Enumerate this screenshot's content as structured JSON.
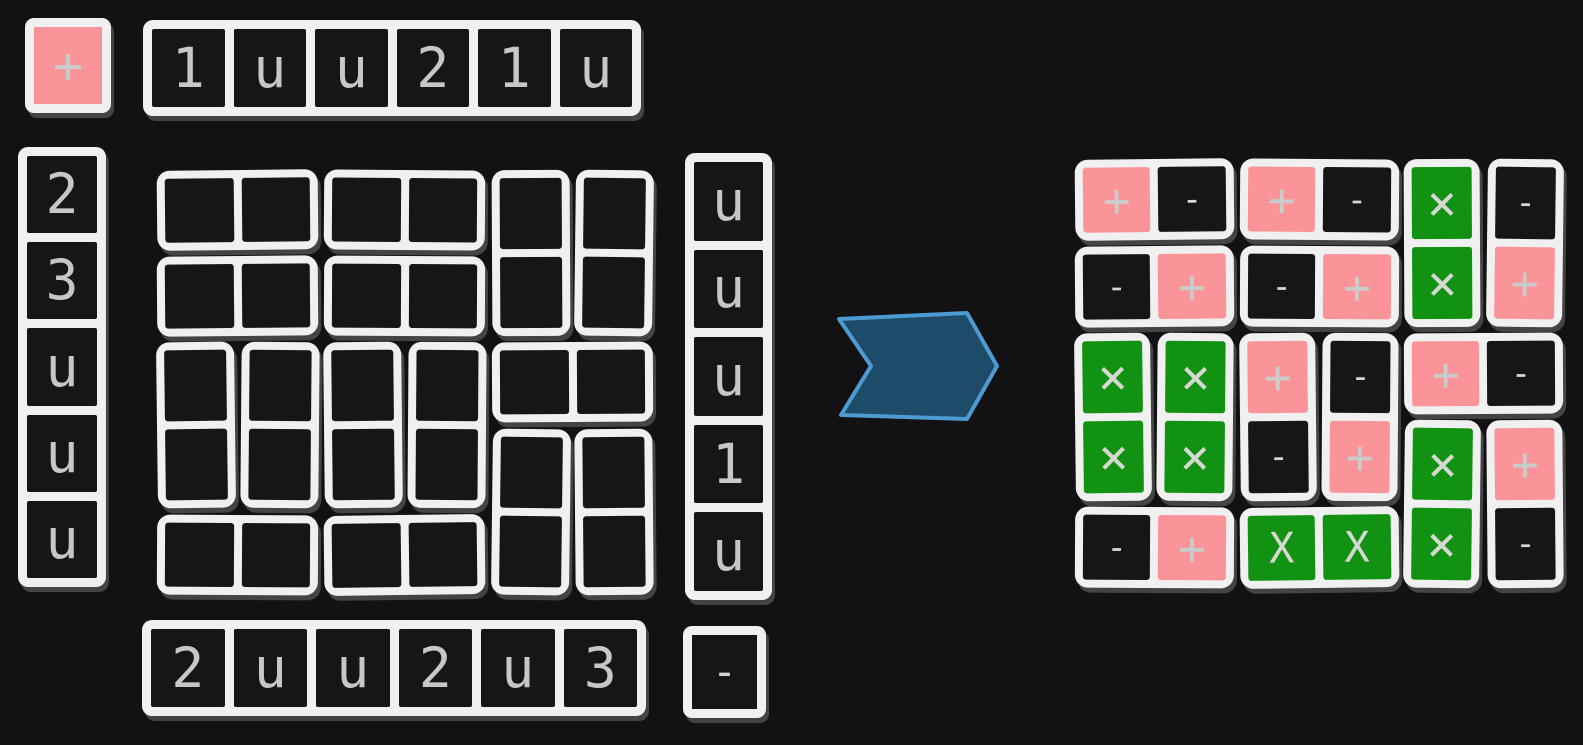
{
  "colors": {
    "background": "#121214",
    "frame_white": "#f0f0f0",
    "cell_black": "#161618",
    "positive_pink": "#fb9499",
    "neutral_green": "#129213",
    "clue_text_gray": "#c7c7c7",
    "arrow_fill": "#1d4b68",
    "arrow_stroke": "#4e9ad3"
  },
  "puzzle": {
    "plus_badge": "+",
    "minus_badge": "-",
    "top_clues": [
      "1",
      "u",
      "u",
      "2",
      "1",
      "u"
    ],
    "left_clues": [
      "2",
      "3",
      "u",
      "u",
      "u"
    ],
    "right_clues": [
      "u",
      "u",
      "u",
      "1",
      "u"
    ],
    "bottom_clues": [
      "2",
      "u",
      "u",
      "2",
      "u",
      "3"
    ],
    "dominoes": [
      {
        "row": 1,
        "col": 1,
        "orient": "h"
      },
      {
        "row": 1,
        "col": 3,
        "orient": "h"
      },
      {
        "row": 1,
        "col": 5,
        "orient": "v"
      },
      {
        "row": 1,
        "col": 6,
        "orient": "v"
      },
      {
        "row": 2,
        "col": 1,
        "orient": "h"
      },
      {
        "row": 2,
        "col": 3,
        "orient": "h"
      },
      {
        "row": 3,
        "col": 1,
        "orient": "v"
      },
      {
        "row": 3,
        "col": 2,
        "orient": "v"
      },
      {
        "row": 3,
        "col": 3,
        "orient": "v"
      },
      {
        "row": 3,
        "col": 4,
        "orient": "v"
      },
      {
        "row": 3,
        "col": 5,
        "orient": "h"
      },
      {
        "row": 4,
        "col": 5,
        "orient": "v"
      },
      {
        "row": 4,
        "col": 6,
        "orient": "v"
      },
      {
        "row": 5,
        "col": 1,
        "orient": "h"
      },
      {
        "row": 5,
        "col": 3,
        "orient": "h"
      }
    ]
  },
  "solution": {
    "dominoes": [
      {
        "row": 1,
        "col": 1,
        "orient": "h",
        "cells": [
          "+",
          "-"
        ]
      },
      {
        "row": 1,
        "col": 3,
        "orient": "h",
        "cells": [
          "+",
          "-"
        ]
      },
      {
        "row": 1,
        "col": 5,
        "orient": "v",
        "cells": [
          "×",
          "×"
        ]
      },
      {
        "row": 1,
        "col": 6,
        "orient": "v",
        "cells": [
          "-",
          "+"
        ]
      },
      {
        "row": 2,
        "col": 1,
        "orient": "h",
        "cells": [
          "-",
          "+"
        ]
      },
      {
        "row": 2,
        "col": 3,
        "orient": "h",
        "cells": [
          "-",
          "+"
        ]
      },
      {
        "row": 3,
        "col": 1,
        "orient": "v",
        "cells": [
          "×",
          "×"
        ]
      },
      {
        "row": 3,
        "col": 2,
        "orient": "v",
        "cells": [
          "×",
          "×"
        ]
      },
      {
        "row": 3,
        "col": 3,
        "orient": "v",
        "cells": [
          "+",
          "-"
        ]
      },
      {
        "row": 3,
        "col": 4,
        "orient": "v",
        "cells": [
          "-",
          "+"
        ]
      },
      {
        "row": 3,
        "col": 5,
        "orient": "h",
        "cells": [
          "+",
          "-"
        ]
      },
      {
        "row": 4,
        "col": 5,
        "orient": "v",
        "cells": [
          "×",
          "×"
        ]
      },
      {
        "row": 4,
        "col": 6,
        "orient": "v",
        "cells": [
          "+",
          "-"
        ]
      },
      {
        "row": 5,
        "col": 1,
        "orient": "h",
        "cells": [
          "-",
          "+"
        ]
      },
      {
        "row": 5,
        "col": 3,
        "orient": "h",
        "cells": [
          "X",
          "X"
        ]
      }
    ]
  }
}
